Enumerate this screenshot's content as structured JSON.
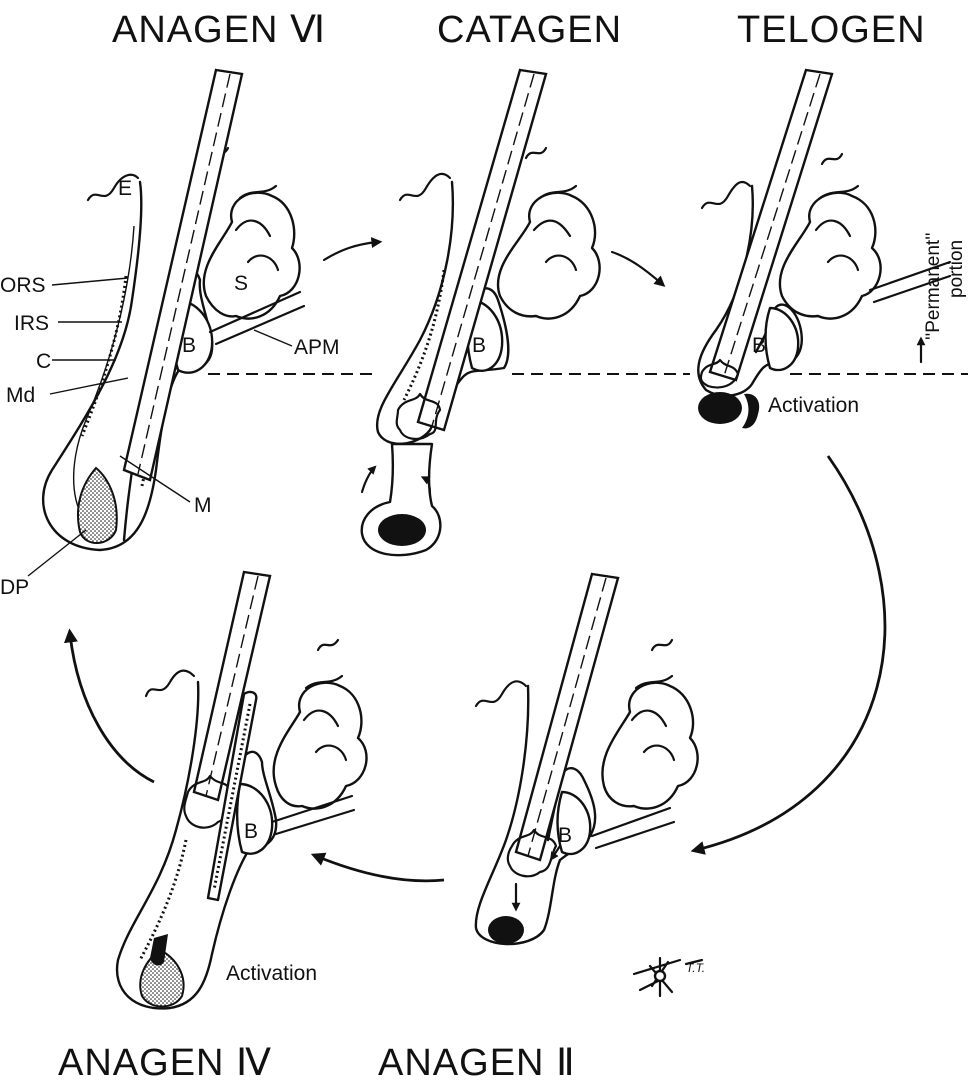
{
  "stages": {
    "anagen_vi": "ANAGEN Ⅵ",
    "catagen": "CATAGEN",
    "telogen": "TELOGEN",
    "anagen_iv": "ANAGEN Ⅳ",
    "anagen_ii": "ANAGEN Ⅱ"
  },
  "labels": {
    "E": "E",
    "ORS": "ORS",
    "IRS": "IRS",
    "C": "C",
    "Md": "Md",
    "M": "M",
    "DP": "DP",
    "S": "S",
    "APM": "APM",
    "B_vi": "B",
    "B_catagen": "B",
    "B_telogen": "B",
    "B_iv": "B",
    "B_ii": "B"
  },
  "annotations": {
    "activation_telogen": "Activation",
    "activation_anagen_iv": "Activation",
    "permanent_line1": "''Permanent''",
    "permanent_line2": "portion",
    "signature": "T.T."
  },
  "colors": {
    "ink": "#111111",
    "background": "#ffffff"
  }
}
